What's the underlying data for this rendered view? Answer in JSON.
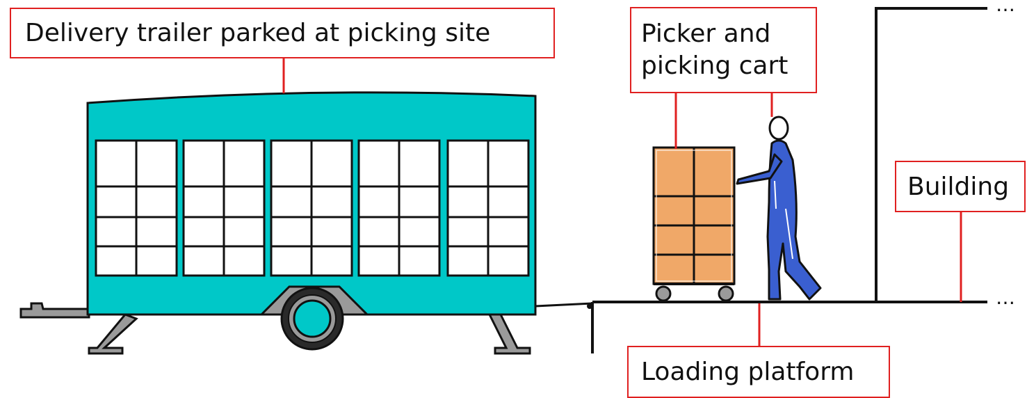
{
  "labels": {
    "trailer": "Delivery trailer parked at picking site",
    "picker_line1": "Picker and",
    "picker_line2": "picking cart",
    "building": "Building",
    "platform": "Loading platform"
  },
  "ellipsis": "…",
  "colors": {
    "trailer_body": "#00c8c8",
    "leader_lines": "#e02020",
    "boxes": "#f0a868",
    "picker": "#3a5fd0",
    "frame_gray": "#9a9a9a",
    "outline": "#111111"
  }
}
